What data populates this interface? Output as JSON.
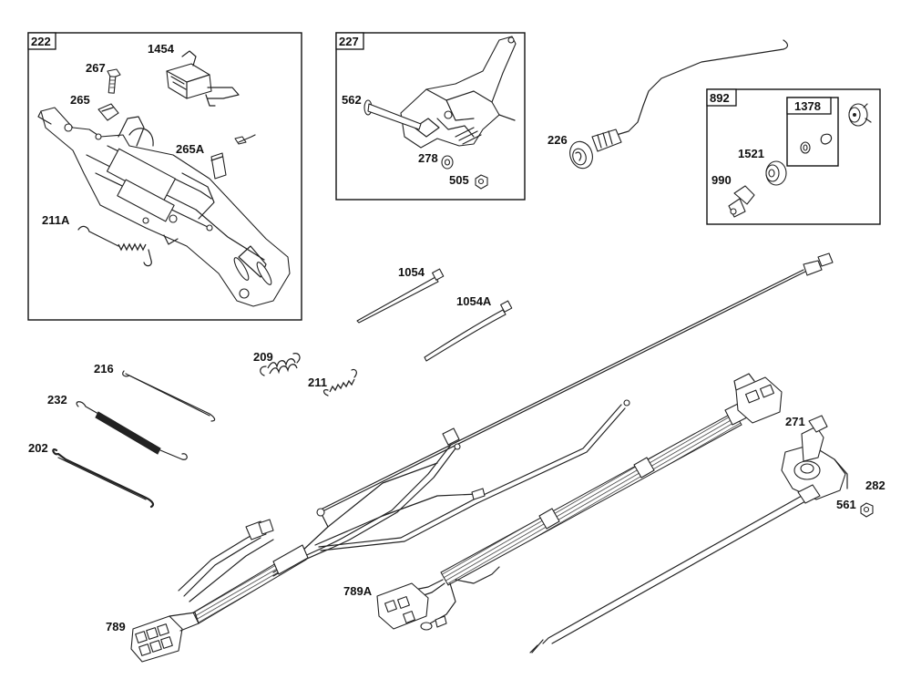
{
  "diagram": {
    "groups": [
      {
        "id": "222"
      },
      {
        "id": "227"
      },
      {
        "id": "892"
      },
      {
        "id": "1378"
      }
    ],
    "parts": [
      "222",
      "1454",
      "267",
      "265",
      "265A",
      "211A",
      "227",
      "562",
      "278",
      "505",
      "226",
      "892",
      "1378",
      "1521",
      "990",
      "1054",
      "1054A",
      "216",
      "232",
      "202",
      "209",
      "211",
      "271",
      "282",
      "561",
      "789",
      "789A"
    ]
  }
}
